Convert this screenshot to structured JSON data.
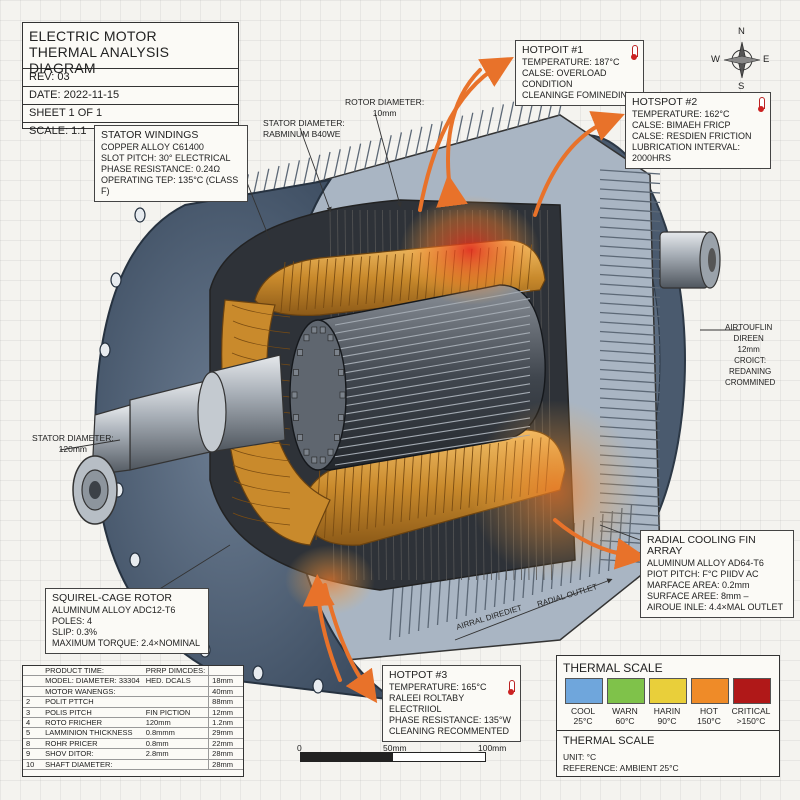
{
  "title_block": {
    "title_line1": "ELECTRIC MOTOR",
    "title_line2": "THERMAL ANALYSIS DIAGRAM",
    "rev": "REV: 03",
    "date": "DATE: 2022-11-15",
    "sheet": "SHEET 1 OF 1",
    "scale": "SCALE: 1:1"
  },
  "compass": {
    "n": "N",
    "s": "S",
    "e": "E",
    "w": "W"
  },
  "stator_windings": {
    "heading": "STATOR WINDINGS",
    "lines": [
      "COPPER ALLOY C61400",
      "SLOT PITCH: 30° ELECTRICAL",
      "PHASE RESISTANCE: 0.24Ω",
      "OPERATING TEP: 135°C (CLASS F)"
    ]
  },
  "hotspot1": {
    "heading": "HOTPOIT #1",
    "lines": [
      "TEMPERATURE: 187°C",
      "CALSE: OVERLOAD CONDITION",
      "CLEANINGE FOMINEDIN"
    ]
  },
  "hotspot2": {
    "heading": "HOTSPOT #2",
    "lines": [
      "TEMPERATURE: 162°C",
      "CALSE: BIMAEH FRICP",
      "CALSE: RESDIEN FRICTION",
      "LUBRICATION INTERVAL: 2000HRS"
    ]
  },
  "hotspot3": {
    "heading": "HOTPOT #3",
    "lines": [
      "TEMPERATURE: 165°C",
      "RALEEI ROLTABY ELECTRIIOL",
      "PHASE RESISTANCE: 135°W",
      "CLEANING RECOMMENTED"
    ]
  },
  "labels": {
    "stator_diam_top_1": "STATOR DIAMETER:",
    "stator_diam_top_2": "RABMINUM B40WE",
    "rotor_diam_1": "ROTOR DIAMETER:",
    "rotor_diam_2": "10mm",
    "stator_diam_left_1": "STATOR DIAMETER:",
    "stator_diam_left_2": "120mm",
    "airflow_1": "AIRTOUFLIN",
    "airflow_2": "DIREEN",
    "airflow_3": "12mm",
    "croict_1": "CROICT:",
    "croict_2": "REDANING",
    "croict_3": "CROMMINED",
    "airral": "AIRRAL DIREDIET",
    "radial": "RADIAL OUTLET"
  },
  "rotor": {
    "heading": "SQUIREL-CAGE ROTOR",
    "lines": [
      "ALUMINUM ALLOY ADC12-T6",
      "POLES: 4",
      "SLIP: 0.3%",
      "MAXIMUM TORQUE: 2.4×NOMINAL"
    ]
  },
  "fins": {
    "heading": "RADIAL COOLING FIN ARRAY",
    "lines": [
      "ALUMINUM ALLOY AD64-T6",
      "PIOT PITCH: F°C PIIDV AC",
      "MARFACE AREA: 0.2mm",
      "SURFACE AREE: 8mm –",
      "AIROUE INLE: 4.4×MAL OUTLET"
    ]
  },
  "specs": {
    "rows": [
      [
        "",
        "PRODUCT TIME:",
        "PRRP DIMCDES:",
        ""
      ],
      [
        "",
        "MODEL: DIAMETER: 33304",
        "HED. DCALS",
        "18mm"
      ],
      [
        "",
        "MOTOR WANENGS:",
        "",
        "40mm"
      ],
      [
        "2",
        "POLIT PTTCH",
        "",
        "88mm"
      ],
      [
        "3",
        "POLIS PITCH",
        "FIN PICTION",
        "12mm"
      ],
      [
        "4",
        "ROTO FRICHER",
        "120mm",
        "1.2nm"
      ],
      [
        "5",
        "LAMMINION THICKNESS",
        "0.8mmm",
        "29mm"
      ],
      [
        "8",
        "ROHR PRICER",
        "0.8mm",
        "22mm"
      ],
      [
        "9",
        "SHOV DITOR:",
        "2.8mm",
        "28mm"
      ],
      [
        "10",
        "SHAFT DIAMETER:",
        "",
        "28mm"
      ]
    ]
  },
  "thermal_scale": {
    "heading": "THERMAL SCALE",
    "heading2": "THERMAL SCALE",
    "unit": "UNIT: °C",
    "reference": "REFERENCE: AMBIENT 25°C",
    "levels": [
      {
        "name": "COOL",
        "temp": "25°C",
        "color": "#6fa6dc"
      },
      {
        "name": "WARN",
        "temp": "60°C",
        "color": "#7fc24a"
      },
      {
        "name": "HARIN",
        "temp": "90°C",
        "color": "#e9cf3a"
      },
      {
        "name": "HOT",
        "temp": "150°C",
        "color": "#ef8b28"
      },
      {
        "name": "CRITICAL",
        "temp": ">150°C",
        "color": "#b01818"
      }
    ]
  },
  "scalebar": {
    "l0": "0",
    "l1": "50mm",
    "l2": "100mm"
  }
}
